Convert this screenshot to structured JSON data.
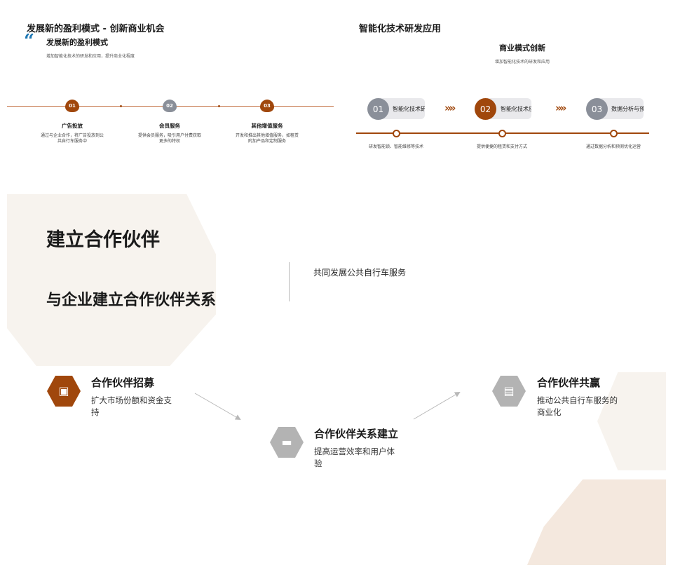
{
  "top_left": {
    "title": "发展新的盈利模式 - 创新商业机会",
    "quote_mark": "“",
    "subtitle": "发展新的盈利模式",
    "description": "增加智能化技术的研发和应用，提升商业化程度",
    "items": [
      {
        "number": "01",
        "title": "广告投放",
        "desc": "通过与企业合作，将广告投放到公共自行车服务中",
        "color": "brown"
      },
      {
        "number": "02",
        "title": "会员服务",
        "desc": "提供会员服务，吸引用户付费获取更多的特权",
        "color": "gray"
      },
      {
        "number": "03",
        "title": "其他增值服务",
        "desc": "开发和推出其他增值服务，如租赁附加产品和定制服务",
        "color": "brown"
      }
    ]
  },
  "top_right": {
    "title": "智能化技术研发应用",
    "subtitle": "商业模式创新",
    "description": "增加智能化技术的研发和应用",
    "arrow_glyph": "»",
    "steps": [
      {
        "number": "01",
        "label": "智能化技术研发",
        "desc": "研发智能锁、智能维修等技术",
        "color": "gray"
      },
      {
        "number": "02",
        "label": "智能化技术应用",
        "desc": "提供便捷的租赁和支付方式",
        "color": "brown"
      },
      {
        "number": "03",
        "label": "数据分析与预测",
        "desc": "通过数据分析和预测优化运营",
        "color": "gray"
      }
    ]
  },
  "bottom": {
    "title": "建立合作伙伴",
    "subtitle": "与企业建立合作伙伴关系",
    "side_text": "共同发展公共自行车服务",
    "steps": [
      {
        "title": "合作伙伴招募",
        "desc": "扩大市场份额和资金支持",
        "icon": "image-icon",
        "glyph": "▣",
        "color": "brown"
      },
      {
        "title": "合作伙伴关系建立",
        "desc": "提高运营效率和用户体验",
        "icon": "sofa-icon",
        "glyph": "▬",
        "color": "gray"
      },
      {
        "title": "合作伙伴共赢",
        "desc": "推动公共自行车服务的商业化",
        "icon": "printer-icon",
        "glyph": "▤",
        "color": "gray"
      }
    ]
  },
  "colors": {
    "accent_brown": "#a0470c",
    "neutral_gray": "#8a8f99",
    "quote_blue": "#1f78b4",
    "blob_beige": "#f7f3ee"
  }
}
